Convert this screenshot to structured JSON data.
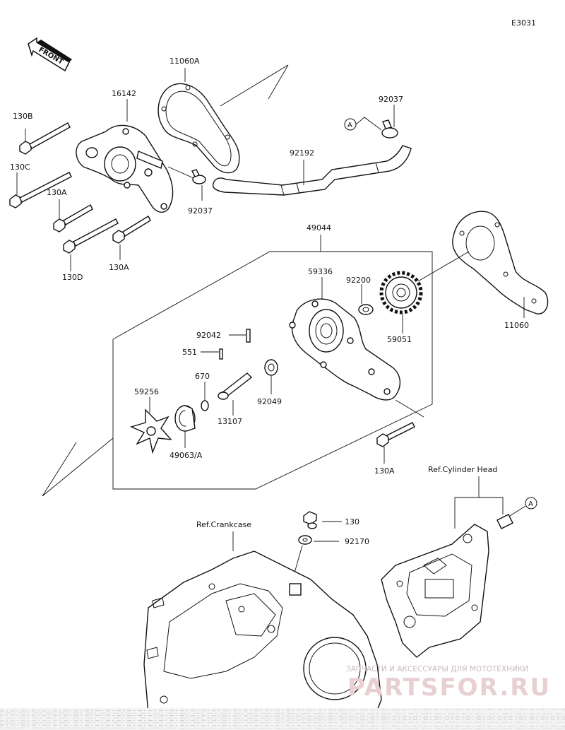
{
  "diagram": {
    "code": "E3031",
    "front_label": "FRONT",
    "parts": {
      "p11060A": "11060A",
      "p16142": "16142",
      "p130B": "130B",
      "p130C": "130C",
      "p130A_1": "130A",
      "p130D": "130D",
      "p130A_2": "130A",
      "p92037_top": "92037",
      "p92037_bottom": "92037",
      "p92192": "92192",
      "p49044": "49044",
      "p59336": "59336",
      "p92200": "92200",
      "p11060": "11060",
      "p59051": "59051",
      "p92042": "92042",
      "p551": "551",
      "p670": "670",
      "p59256": "59256",
      "p92049": "92049",
      "p13107": "13107",
      "p49063": "49063/A",
      "p130A_3": "130A",
      "p130": "130",
      "p92170": "92170"
    },
    "ref_cylinder_head": "Ref.Cylinder Head",
    "ref_crankcase": "Ref.Crankcase",
    "marker_a_top": "A",
    "marker_a_right": "A"
  },
  "watermark": {
    "caption": "ЗАПЧАСТИ И АКСЕССУАРЫ ДЛЯ МОТОТЕХНИКИ",
    "brand": "PARTSFOR.RU"
  }
}
